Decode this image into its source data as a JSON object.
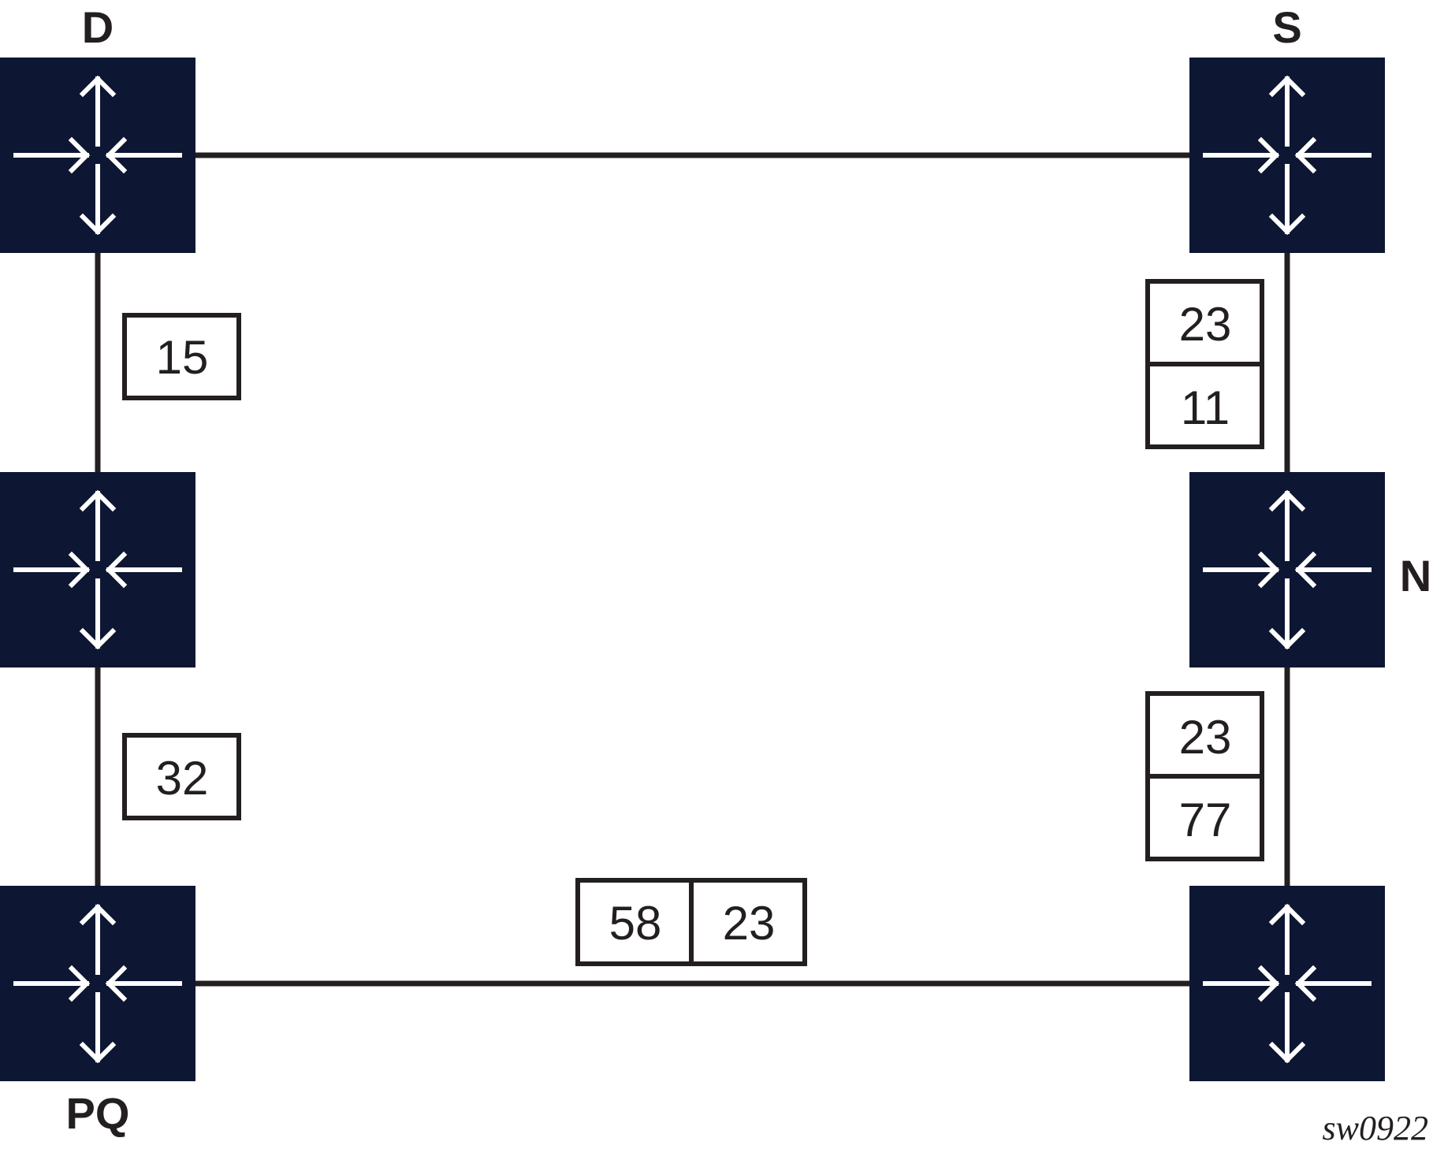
{
  "diagram": {
    "colors": {
      "router_fill": "#0d1733",
      "router_arrows": "#ffffff",
      "line": "#231f20",
      "background": "#ffffff"
    },
    "router_icon": "router-icon",
    "nodes": {
      "d": "D",
      "s": "S",
      "n": "N",
      "pq": "PQ"
    },
    "links": {
      "d_mid_left": [
        "15"
      ],
      "mid_left_pq": [
        "32"
      ],
      "s_n": [
        "23",
        "11"
      ],
      "n_bottom_right": [
        "23",
        "77"
      ],
      "pq_bottom_right": [
        "58",
        "23"
      ]
    },
    "figure_id": "sw0922"
  }
}
